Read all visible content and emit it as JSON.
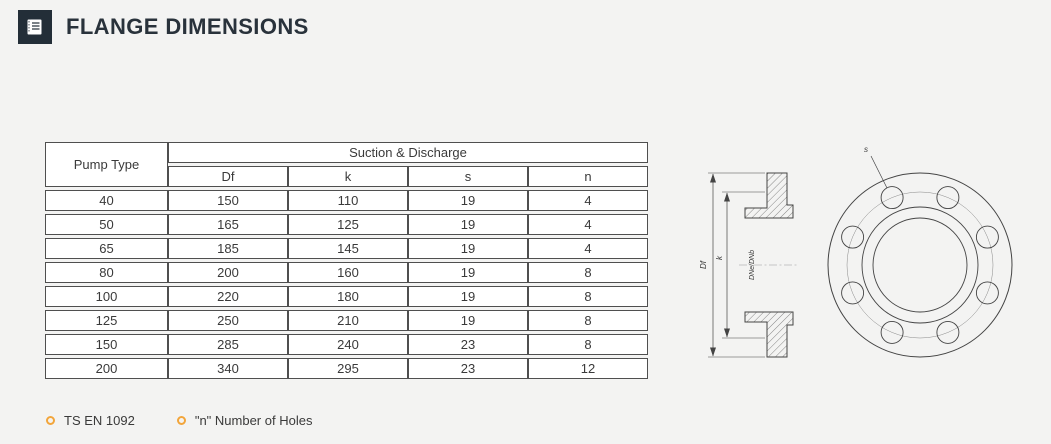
{
  "header": {
    "title": "FLANGE DIMENSIONS",
    "icon": "catalog-booklet-icon"
  },
  "table": {
    "pump_type_header": "Pump Type",
    "group_header": "Suction & Discharge",
    "columns": [
      "Df",
      "k",
      "s",
      "n"
    ],
    "rows": [
      {
        "pump": "40",
        "values": [
          "150",
          "110",
          "19",
          "4"
        ]
      },
      {
        "pump": "50",
        "values": [
          "165",
          "125",
          "19",
          "4"
        ]
      },
      {
        "pump": "65",
        "values": [
          "185",
          "145",
          "19",
          "4"
        ]
      },
      {
        "pump": "80",
        "values": [
          "200",
          "160",
          "19",
          "8"
        ]
      },
      {
        "pump": "100",
        "values": [
          "220",
          "180",
          "19",
          "8"
        ]
      },
      {
        "pump": "125",
        "values": [
          "250",
          "210",
          "19",
          "8"
        ]
      },
      {
        "pump": "150",
        "values": [
          "285",
          "240",
          "23",
          "8"
        ]
      },
      {
        "pump": "200",
        "values": [
          "340",
          "295",
          "23",
          "12"
        ]
      }
    ]
  },
  "diagram": {
    "labels": {
      "df": "Df",
      "k": "k",
      "bore": "DNe/DNb",
      "s": "s"
    }
  },
  "footnotes": [
    {
      "label": "TS EN 1092"
    },
    {
      "label": "\"n\" Number of Holes"
    }
  ],
  "colors": {
    "accent_bullet": "#F2A53B",
    "title": "#29323B",
    "line": "#444444"
  }
}
